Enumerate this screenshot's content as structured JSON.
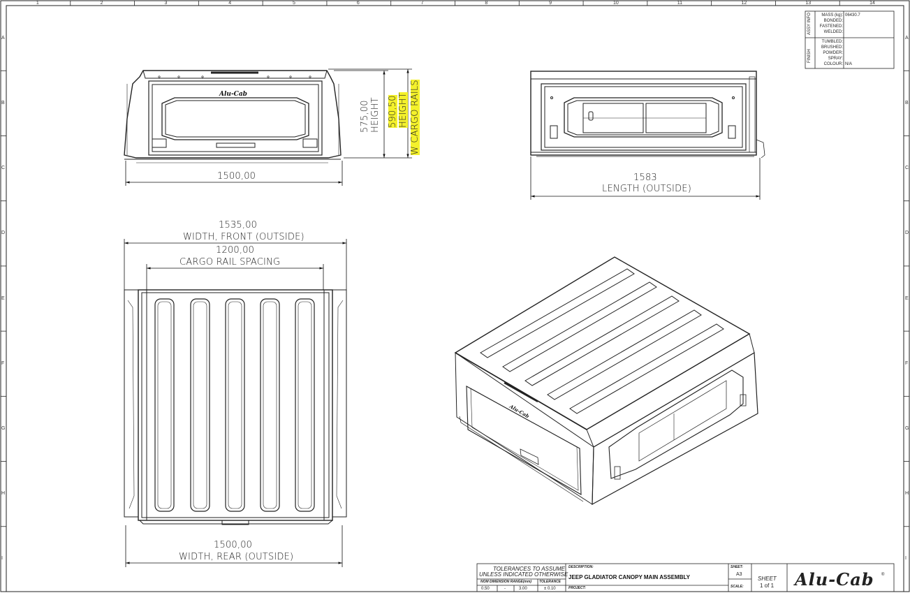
{
  "sheet_grid": {
    "columns": [
      "1",
      "2",
      "3",
      "4",
      "5",
      "6",
      "7",
      "8",
      "9",
      "10",
      "11",
      "12",
      "13",
      "14"
    ],
    "rows": [
      "A",
      "B",
      "C",
      "D",
      "E",
      "F",
      "G",
      "H",
      "I"
    ]
  },
  "front_view": {
    "brand_mark": "Alu-Cab",
    "width_value": "1500,00",
    "height_value": "575,00",
    "height_label": "HEIGHT",
    "rail_height_value": "590,50",
    "rail_height_label": "HEIGHT",
    "rail_height_sub": "W CARGO RAILS"
  },
  "side_view": {
    "length_value": "1583",
    "length_label": "LENGTH (OUTSIDE)"
  },
  "top_view": {
    "front_width_value": "1535,00",
    "front_width_label": "WIDTH, FRONT (OUTSIDE)",
    "rail_spacing_value": "1200,00",
    "rail_spacing_label": "CARGO RAIL SPACING",
    "rear_width_value": "1500,00",
    "rear_width_label": "WIDTH, REAR (OUTSIDE)"
  },
  "iso_view": {
    "brand_mark": "Alu-Cab"
  },
  "assy_info": {
    "side_label": "ASSY INFO",
    "mass_label": "MASS (kg):",
    "mass_value": "06430.7",
    "bonded_label": "BONDED:",
    "fastened_label": "FASTENED:",
    "welded_label": "WELDED:"
  },
  "finish": {
    "side_label": "FINISH",
    "tumbled_label": "TUMBLED:",
    "brushed_label": "BRUSHED:",
    "powder_label": "POWDER:",
    "spray_label": "SPRAY:",
    "colour_label": "COLOUR:",
    "colour_value": "N/A"
  },
  "title_block": {
    "tol_line1": "TOLERANCES TO ASSUME",
    "tol_line2": "UNLESS INDICATED OTHERWISE",
    "nom_dim_header": "NOM DIMENSION RANGE(mm)",
    "tolerance_header": "TOLERANCE",
    "range_from": "0.50",
    "range_dash": "-",
    "range_to": "3.00",
    "tolerance_value": "± 0.10",
    "description_label": "DESCRIPTION:",
    "description_value": "JEEP GLADIATOR CANOPY MAIN ASSEMBLY",
    "project_label": "PROJECT:",
    "sheet_size_label": "SHEET:",
    "sheet_size_value": "A3",
    "scale_label": "SCALE:",
    "sheet_label": "SHEET",
    "sheet_value": "1 of 1",
    "brand": "Alu-Cab",
    "brand_mark": "®"
  }
}
